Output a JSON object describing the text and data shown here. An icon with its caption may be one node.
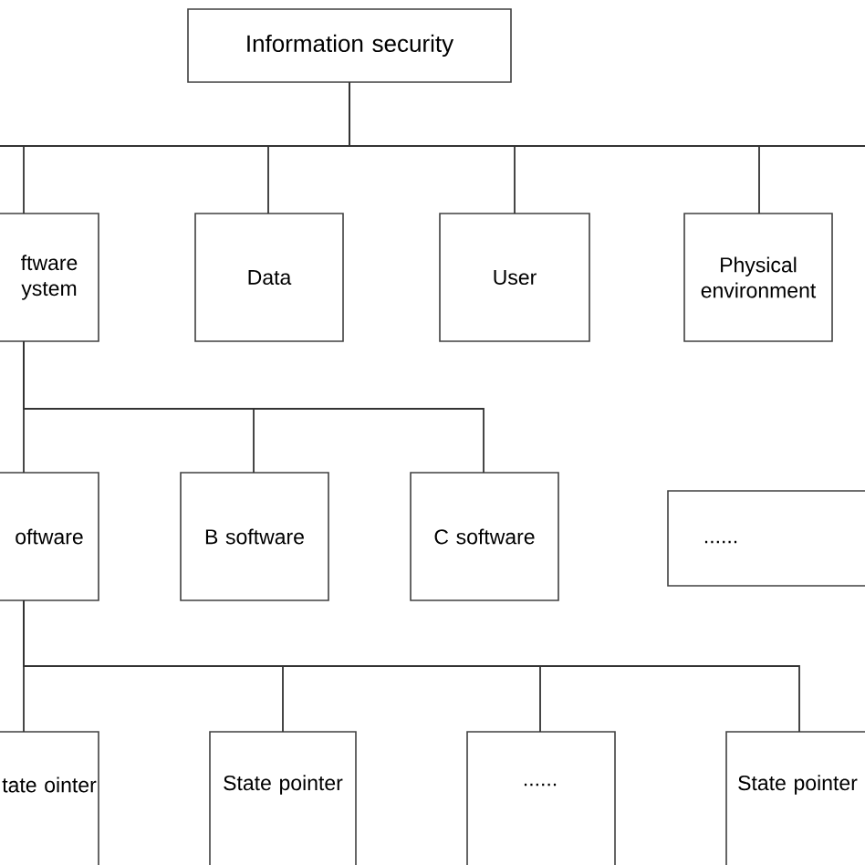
{
  "diagram": {
    "nodes": [
      {
        "text": [
          "Information security"
        ]
      },
      {
        "text": [
          "ftware ystem"
        ]
      },
      {
        "text": [
          "Data"
        ]
      },
      {
        "text": [
          "User"
        ]
      },
      {
        "text": [
          "Physical environment"
        ]
      },
      {
        "text": [
          "oftware"
        ]
      },
      {
        "text": [
          "B software"
        ]
      },
      {
        "text": [
          "C software"
        ]
      },
      {
        "text": [
          "......"
        ]
      },
      {
        "text": [
          "tate ointer"
        ]
      },
      {
        "text": [
          "State pointer"
        ]
      },
      {
        "text": [
          "......"
        ]
      },
      {
        "text": [
          "State pointer"
        ]
      }
    ],
    "edges": [
      {
        "from": 0,
        "to": 1,
        "arrow": "none"
      },
      {
        "from": 0,
        "to": 2,
        "arrow": "none"
      },
      {
        "from": 0,
        "to": 3,
        "arrow": "none"
      },
      {
        "from": 0,
        "to": 4,
        "arrow": "none"
      },
      {
        "from": 1,
        "to": 5,
        "arrow": "none"
      },
      {
        "from": 1,
        "to": 6,
        "arrow": "none"
      },
      {
        "from": 1,
        "to": 7,
        "arrow": "none"
      },
      {
        "from": 5,
        "to": 9,
        "arrow": "none"
      },
      {
        "from": 5,
        "to": 10,
        "arrow": "none"
      },
      {
        "from": 5,
        "to": 11,
        "arrow": "none"
      },
      {
        "from": 5,
        "to": 12,
        "arrow": "none"
      }
    ]
  }
}
